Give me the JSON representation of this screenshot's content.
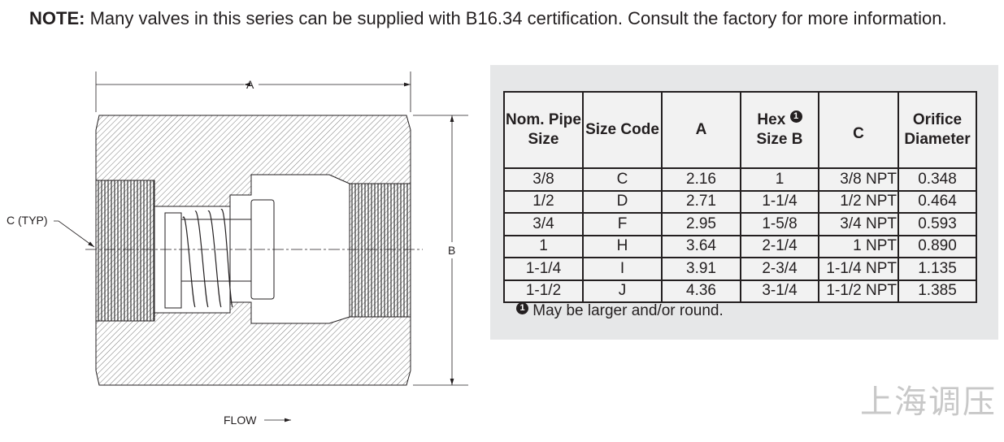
{
  "note": {
    "label": "NOTE:",
    "text": " Many valves in this series can be supplied with B16.34 certification.  Consult the factory for more information."
  },
  "drawing": {
    "dim_a": "A",
    "dim_b": "B",
    "thread_label": "C (TYP)",
    "flow_label": "FLOW"
  },
  "table": {
    "headers": [
      "Nom. Pipe Size",
      "Size Code",
      "A",
      "Hex",
      "Size B",
      "C",
      "Orifice Diameter"
    ],
    "footnote_marker": "1",
    "rows": [
      [
        "3/8",
        "C",
        "2.16",
        "1",
        "3/8 NPT",
        "0.348"
      ],
      [
        "1/2",
        "D",
        "2.71",
        "1-1/4",
        "1/2 NPT",
        "0.464"
      ],
      [
        "3/4",
        "F",
        "2.95",
        "1-5/8",
        "3/4 NPT",
        "0.593"
      ],
      [
        "1",
        "H",
        "3.64",
        "2-1/4",
        "1 NPT",
        "0.890"
      ],
      [
        "1-1/4",
        "I",
        "3.91",
        "2-3/4",
        "1-1/4 NPT",
        "1.135"
      ],
      [
        "1-1/2",
        "J",
        "4.36",
        "3-1/4",
        "1-1/2 NPT",
        "1.385"
      ]
    ],
    "footnote": "May be larger and/or round."
  },
  "watermark": "上海调压"
}
